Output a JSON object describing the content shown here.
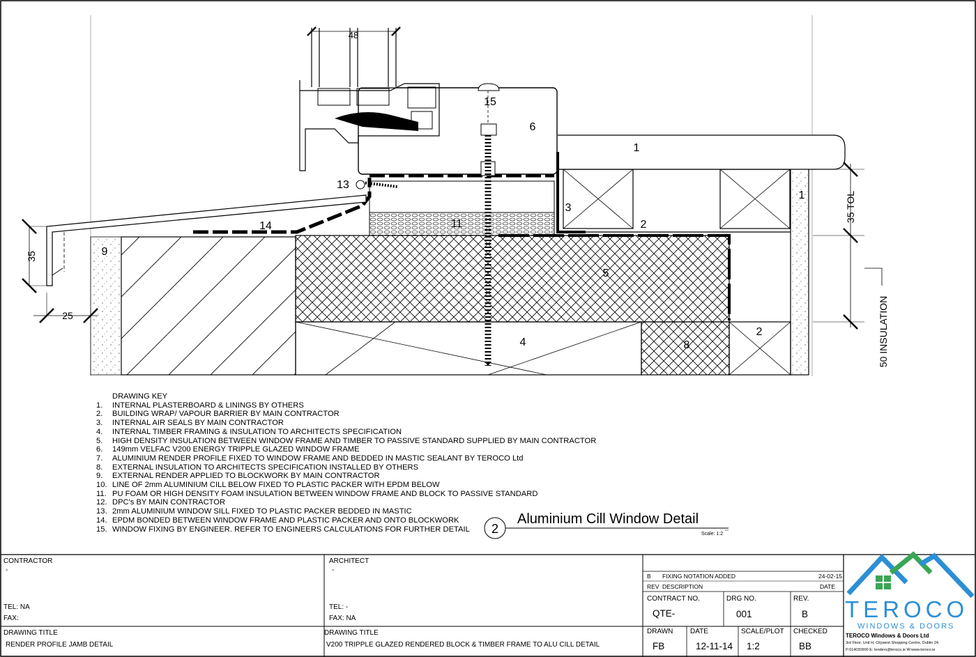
{
  "drawing": {
    "dim_48": "48",
    "dim_35": "35",
    "dim_25": "25",
    "dim_35_tol": "35 TOL",
    "dim_50_insulation": "50 INSULATION",
    "callouts": {
      "c1a": "1",
      "c1b": "1",
      "c2a": "2",
      "c2b": "2",
      "c3": "3",
      "c4": "4",
      "c5": "5",
      "c6": "6",
      "c8": "8",
      "c9": "9",
      "c11": "11",
      "c13": "13",
      "c14": "14",
      "c15": "15"
    }
  },
  "key": {
    "heading": "DRAWING KEY",
    "items": [
      {
        "n": "1.",
        "t": "INTERNAL PLASTERBOARD &  LININGS BY OTHERS"
      },
      {
        "n": "2.",
        "t": "BUILDING WRAP/ VAPOUR BARRIER BY MAIN CONTRACTOR"
      },
      {
        "n": "3.",
        "t": "INTERNAL AIR SEALS BY MAIN CONTRACTOR"
      },
      {
        "n": "4.",
        "t": "INTERNAL TIMBER FRAMING & INSULATION TO ARCHITECTS SPECIFICATION"
      },
      {
        "n": "5.",
        "t": "HIGH DENSITY INSULATION BETWEEN WINDOW FRAME AND TIMBER TO PASSIVE STANDARD SUPPLIED BY MAIN CONTRACTOR"
      },
      {
        "n": "6.",
        "t": "149mm VELFAC V200 ENERGY TRIPPLE GLAZED WINDOW FRAME"
      },
      {
        "n": "7.",
        "t": "ALUMINIUM RENDER PROFILE FIXED TO WINDOW FRAME AND BEDDED IN MASTIC SEALANT BY TEROCO Ltd"
      },
      {
        "n": "8.",
        "t": "EXTERNAL INSULATION TO ARCHITECTS SPECIFICATION INSTALLED BY OTHERS"
      },
      {
        "n": "9.",
        "t": "EXTERNAL RENDER APPLIED TO BLOCKWORK BY MAIN CONTRACTOR"
      },
      {
        "n": "10.",
        "t": "LINE OF 2mm ALUMINIUM CILL BELOW FIXED TO PLASTIC PACKER WITH EPDM BELOW"
      },
      {
        "n": "11.",
        "t": "PU FOAM OR HIGH DENSITY FOAM INSULATION BETWEEN WINDOW FRAME AND BLOCK TO PASSIVE STANDARD"
      },
      {
        "n": "12.",
        "t": "DPC's BY MAIN CONTRACTOR"
      },
      {
        "n": "13.",
        "t": "2mm ALUMINIUM WINDOW SILL FIXED TO PLASTIC PACKER BEDDED IN MASTIC"
      },
      {
        "n": "14.",
        "t": "EPDM BONDED BETWEEN WINDOW FRAME AND PLASTIC PACKER AND ONTO BLOCKWORK"
      },
      {
        "n": "15.",
        "t": "WINDOW FIXING BY ENGINEER. REFER TO ENGINEERS CALCULATIONS FOR FURTHER DETAIL"
      }
    ]
  },
  "detail": {
    "number": "2",
    "title": "Aluminium Cill Window Detail",
    "scale": "Scale: 1:2"
  },
  "title_block": {
    "contractor_label": "CONTRACTOR",
    "contractor_value": "-",
    "architect_label": "ARCHITECT",
    "architect_value": "-",
    "contractor_tel": "TEL:   NA",
    "contractor_fax": "FAX:",
    "architect_tel": "TEL:   -",
    "architect_fax": "FAX:   NA",
    "drawing_title_label_1": "DRAWING TITLE",
    "drawing_title_1": "RENDER PROFILE JAMB DETAIL",
    "drawing_title_label_2": "DRAWING TITLE",
    "drawing_title_2": "V200 TRIPPLE GLAZED RENDERED BLOCK & TIMBER FRAME TO ALU CILL DETAIL",
    "revision": {
      "rev": "B",
      "description": "FIXING NOTATION ADDED",
      "date": "24-02-15"
    },
    "rev_header": {
      "rev": "REV",
      "description": "DESCRIPTION",
      "date": "DATE"
    },
    "contract_no_label": "CONTRACT NO.",
    "contract_no": "QTE-",
    "drg_no_label": "DRG NO.",
    "drg_no": "001",
    "rev_label": "REV.",
    "rev_value": "B",
    "drawn_label": "DRAWN",
    "drawn": "FB",
    "date_label": "DATE",
    "date": "12-11-14",
    "scale_label": "SCALE/PLOT",
    "scale": "1:2",
    "checked_label": "CHECKED",
    "checked": "BB"
  },
  "logo": {
    "brand": "TEROCO",
    "tagline": "WINDOWS & DOORS",
    "company": "TEROCO Windows & Doors Ltd",
    "address": "3rd Floor, Unit H, Citywest Shopping Centre, Dublin 24.",
    "contact": "P:014030900   E: tenders@teroco.ie W:www.teroco.ie",
    "colors": {
      "blue": "#2b8fd6",
      "green": "#3aa655",
      "text_blue": "#2b8fd6"
    }
  }
}
